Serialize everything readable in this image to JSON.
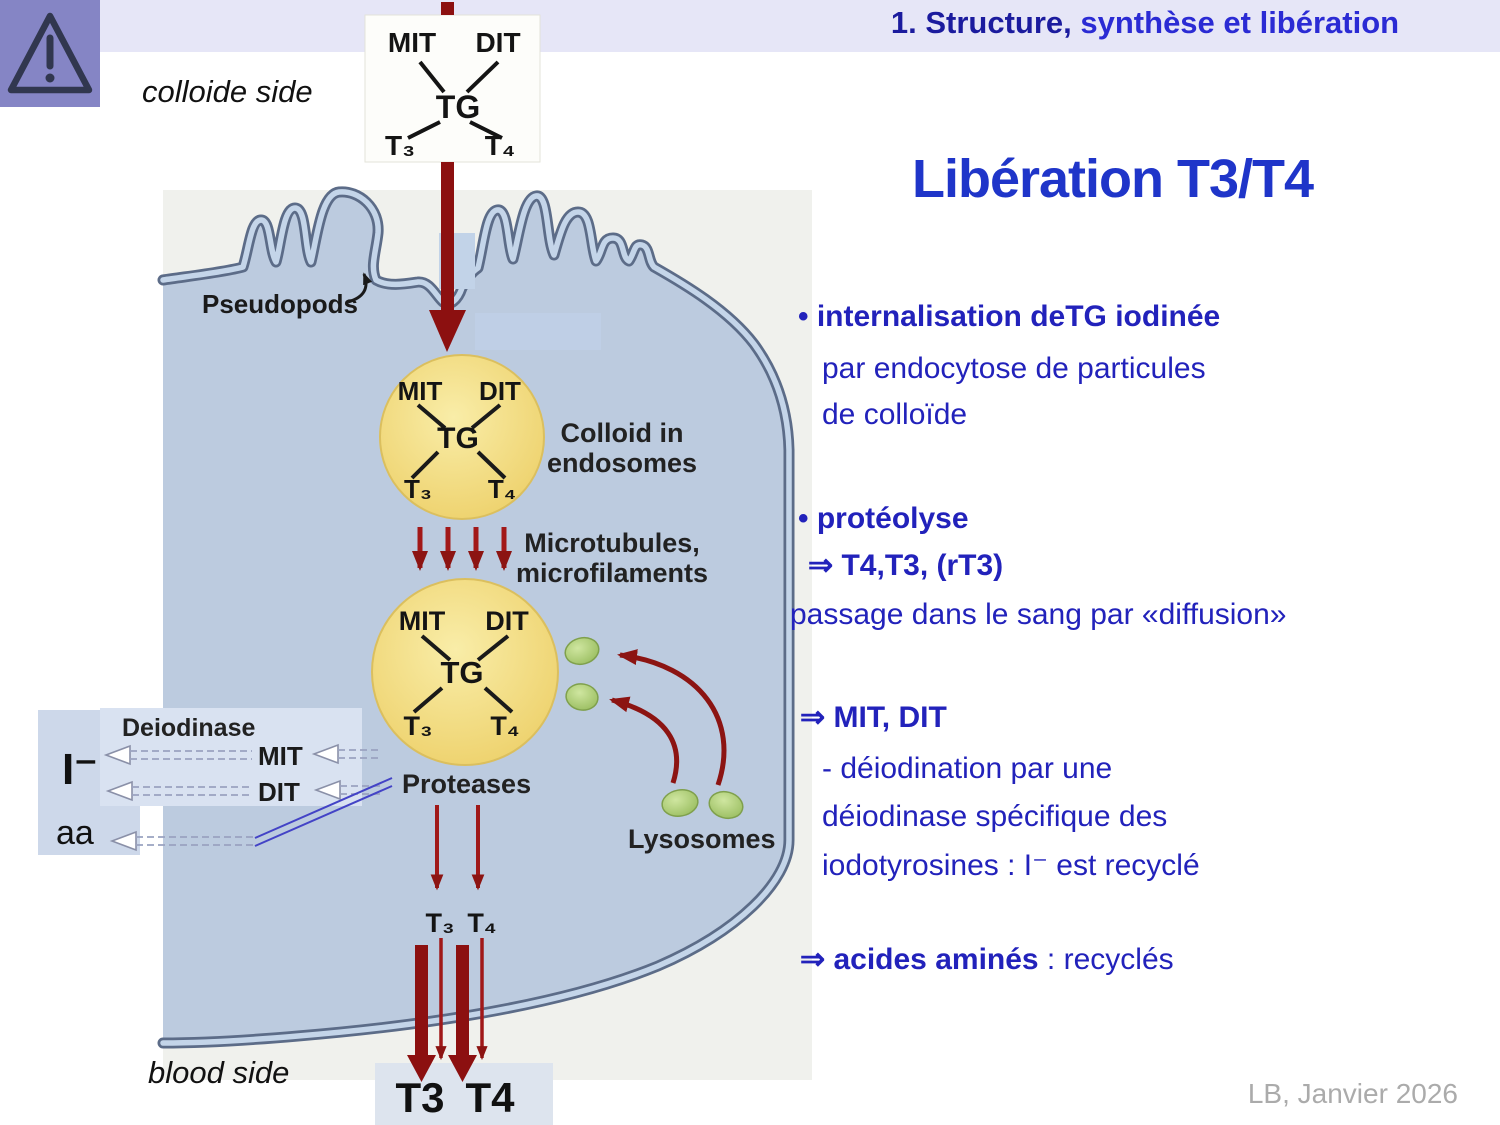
{
  "slide": {
    "header": {
      "part1": "1. Structure,",
      "part2": " synthèse et libération"
    },
    "title": "Libération T3/T4",
    "credit": "LB, Janvier 2026",
    "labels": {
      "colloide_side": "colloide side",
      "blood_side": "blood side"
    },
    "bullets": {
      "b1_title": "• internalisation deTG iodinée",
      "b1_line2": "par endocytose de particules",
      "b1_line3": "de colloïde",
      "b2_title": "• protéolyse",
      "b2_line2": "⇒ T4,T3, (rT3)",
      "b2_line3": "passage dans le sang par «diffusion»",
      "b3_title": "⇒ MIT, DIT",
      "b3_line2": "- déiodination par une",
      "b3_line3": "déiodinase spécifique des",
      "b3_line4": "iodotyrosines : I⁻ est recyclé",
      "b4_bold": "⇒ acides aminés",
      "b4_rest": " : recyclés"
    },
    "diagram": {
      "mit": "MIT",
      "dit": "DIT",
      "tg": "TG",
      "t3": "T₃",
      "t4": "T₄",
      "pseudopods": "Pseudopods",
      "colloid_line1": "Colloid in",
      "colloid_line2": "endosomes",
      "micro_line1": "Microtubules,",
      "micro_line2": "microfilaments",
      "proteases": "Proteases",
      "lysosomes": "Lysosomes",
      "deiodinase": "Deiodinase",
      "iodide": "I⁻",
      "aa": "aa",
      "blood_t3": "T3",
      "blood_t4": "T4"
    },
    "colors": {
      "accent_blue": "#2222bb",
      "title_blue": "#1f35c9",
      "dark_red": "#8c1010",
      "cell_blue": "#bccbdf",
      "band_lavender": "#e6e6f7",
      "warning_purple": "#8585c5",
      "colloid_yellow": "#edd069",
      "lysosome_green": "#98bc5e"
    }
  }
}
